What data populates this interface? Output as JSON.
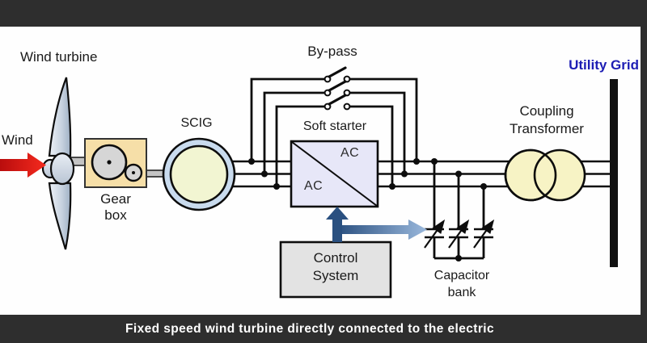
{
  "caption": "Fixed speed wind turbine directly connected to the electric",
  "labels": {
    "wind_turbine": "Wind turbine",
    "wind": "Wind",
    "gear_box_1": "Gear",
    "gear_box_2": "box",
    "scig": "SCIG",
    "bypass": "By-pass",
    "soft_starter": "Soft starter",
    "ac_top": "AC",
    "ac_bottom": "AC",
    "control_1": "Control",
    "control_2": "System",
    "capacitor_1": "Capacitor",
    "capacitor_2": "bank",
    "coupling_1": "Coupling",
    "coupling_2": "Transformer",
    "utility_grid": "Utility Grid"
  },
  "colors": {
    "letterbox": "#2e2e2e",
    "canvas": "#fefefe",
    "line": "#0d0d0d",
    "utility_grid_text": "#1d1db4",
    "caption_text": "#ffffff",
    "gearbox_fill": "#f6dfa8",
    "gear_fill": "#d6d6d6",
    "scig_ring_fill": "#c9dbee",
    "scig_core_fill": "#f2f5d2",
    "soft_starter_fill": "#e7e7f8",
    "control_fill": "#e3e3e3",
    "transformer_fill": "#f7f3c5",
    "wind_arrow_red": "#d51616",
    "control_arrow_blue": "#2a5080"
  }
}
